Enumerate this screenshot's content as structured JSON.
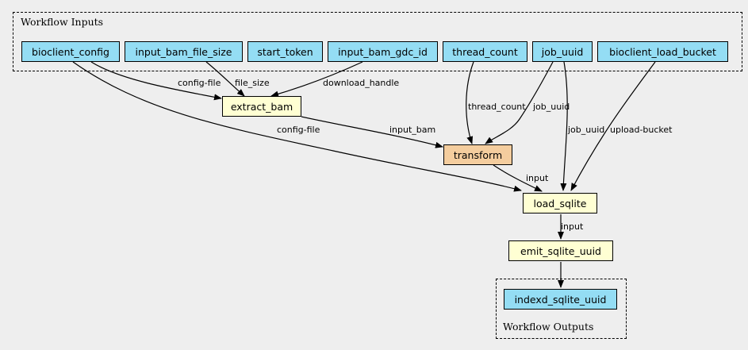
{
  "clusters": {
    "inputs_label": "Workflow Inputs",
    "outputs_label": "Workflow Outputs"
  },
  "inputs": [
    "bioclient_config",
    "input_bam_file_size",
    "start_token",
    "input_bam_gdc_id",
    "thread_count",
    "job_uuid",
    "bioclient_load_bucket"
  ],
  "steps": {
    "extract_bam": "extract_bam",
    "transform": "transform",
    "load_sqlite": "load_sqlite",
    "emit_sqlite_uuid": "emit_sqlite_uuid"
  },
  "outputs": [
    "indexd_sqlite_uuid"
  ],
  "edge_labels": {
    "config_file_1": "config-file",
    "file_size": "file_size",
    "download_handle": "download_handle",
    "config_file_2": "config-file",
    "input_bam": "input_bam",
    "thread_count": "thread_count",
    "job_uuid_1": "job_uuid",
    "job_uuid_2": "job_uuid",
    "upload_bucket": "upload-bucket",
    "input_1": "input",
    "input_2": "input"
  },
  "colors": {
    "input": "#94ddf4",
    "step": "#ffffd3",
    "tool": "#f4cd9e",
    "background": "#eeeeee"
  }
}
